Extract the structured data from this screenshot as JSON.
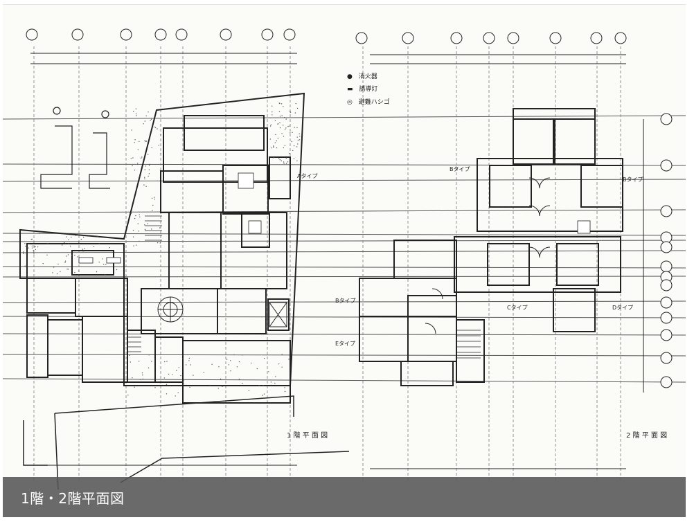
{
  "caption": "1階・2階平面図",
  "plans": {
    "floor1_title": "1 階 平 面 図",
    "floor2_title": "2 階 平 面 図"
  },
  "legend": {
    "items": [
      {
        "symbol": "●",
        "label": "消火器"
      },
      {
        "symbol": "▬",
        "label": "誘導灯"
      },
      {
        "symbol": "◎",
        "label": "避難ハシゴ"
      }
    ]
  },
  "unit_labels": {
    "b_type_1": "Bタイプ",
    "b_type_2": "Bタイプ",
    "b_type_3": "Bタイプ",
    "c_type": "Cタイプ",
    "d_type": "Dタイプ",
    "e_type": "Eタイプ",
    "a_unit": "Aタイプ"
  },
  "colors": {
    "caption_bar": "#555555",
    "caption_text": "#ffffff",
    "line": "#222222",
    "paper": "#fbfbf8"
  }
}
